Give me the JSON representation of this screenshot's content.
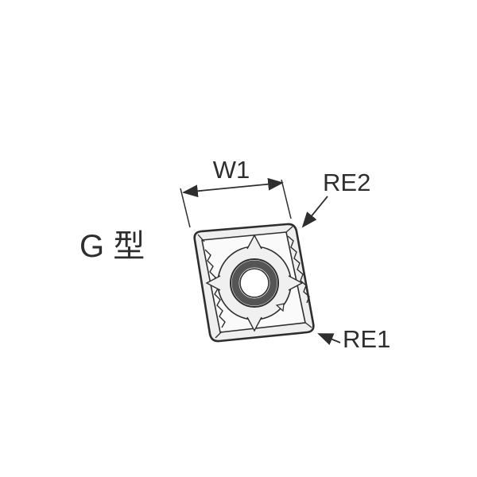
{
  "diagram": {
    "labels": {
      "type": "G 型",
      "width": "W1",
      "re2": "RE2",
      "re1": "RE1"
    },
    "colors": {
      "line": "#2e2e2e",
      "fill_light": "#f4f4f4",
      "hole_ring": "#555555"
    }
  }
}
